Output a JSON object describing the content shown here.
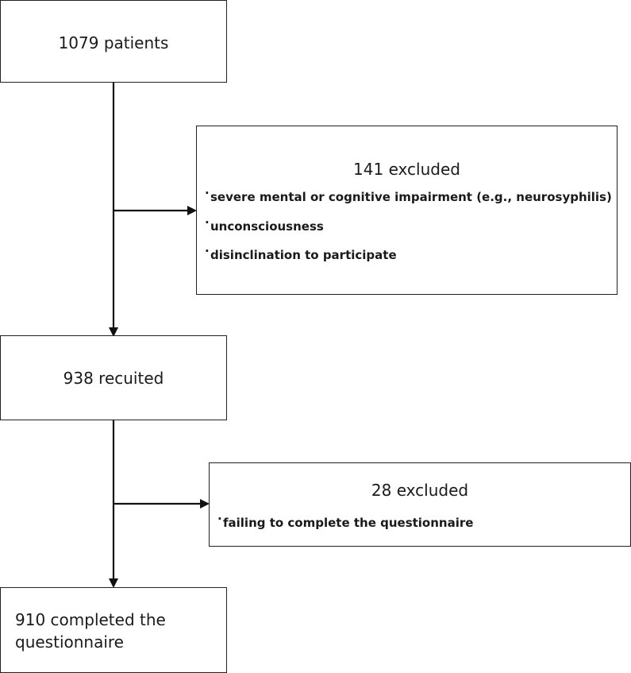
{
  "boxes": {
    "patients": "1079 patients",
    "recruited": "938 recuited",
    "completed_line1": "910 completed the",
    "completed_line2": "questionnaire"
  },
  "exclusion1": {
    "title": "141 excluded",
    "reasons": [
      "severe mental or cognitive impairment (e.g., neurosyphilis)",
      "unconsciousness",
      "disinclination to participate"
    ]
  },
  "exclusion2": {
    "title": "28 excluded",
    "reasons": [
      "failing to complete the questionnaire"
    ]
  }
}
